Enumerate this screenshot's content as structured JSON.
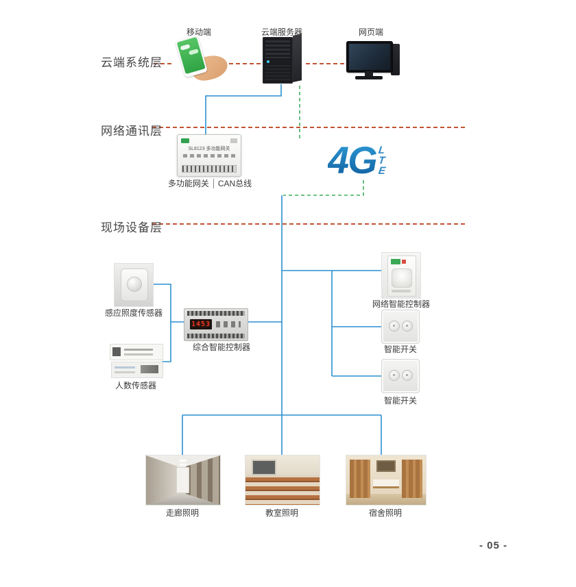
{
  "page": {
    "number": "- 05 -"
  },
  "layers": {
    "cloud_label": "云端系统层",
    "network_label": "网络通讯层",
    "field_label": "现场设备层"
  },
  "cloud": {
    "mobile_label": "移动端",
    "server_label": "云端服务器",
    "web_label": "网页端"
  },
  "network": {
    "gateway_label": "多功能网关",
    "bus_label": "CAN总线",
    "gateway_device_text": "SL8123 多功能网关",
    "lte_big": "4G",
    "lte_letters": [
      "L",
      "T",
      "E"
    ]
  },
  "field": {
    "lux_sensor_label": "感应照度传感器",
    "people_sensor_label": "人数传感器",
    "controller_label": "综合智能控制器",
    "controller_display": "1453",
    "net_controller_label": "网络智能控制器",
    "switch1_label": "智能开关",
    "switch2_label": "智能开关"
  },
  "scenes": {
    "corridor_label": "走廊照明",
    "classroom_label": "教室照明",
    "dorm_label": "宿舍照明"
  },
  "colors": {
    "layer_line": "#c0532f",
    "bus_line": "#2a8fd0",
    "wireless_line": "#3fae5a",
    "lte_blue": "#1f7ab8"
  }
}
